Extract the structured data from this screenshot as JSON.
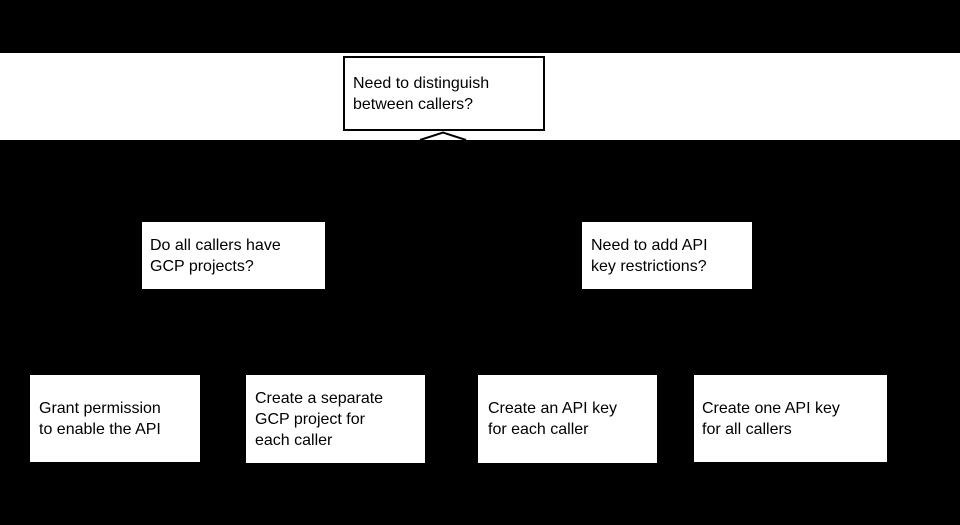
{
  "diagram": {
    "root": {
      "lines": [
        "Need to distinguish",
        "between callers?"
      ]
    },
    "branches": [
      {
        "lines": [
          "Do all callers have",
          "GCP projects?"
        ]
      },
      {
        "lines": [
          "Need to add API",
          "key restrictions?"
        ]
      }
    ],
    "leaves": [
      {
        "lines": [
          "Grant permission",
          "to enable the API"
        ]
      },
      {
        "lines": [
          "Create a separate",
          "GCP project for",
          "each caller"
        ]
      },
      {
        "lines": [
          "Create an API key",
          "for each caller"
        ]
      },
      {
        "lines": [
          "Create one API key",
          "for all callers"
        ]
      }
    ],
    "colors": {
      "background": "#000000",
      "band": "#ffffff",
      "node_fill": "#ffffff",
      "node_border": "#000000",
      "text": "#000000"
    }
  }
}
